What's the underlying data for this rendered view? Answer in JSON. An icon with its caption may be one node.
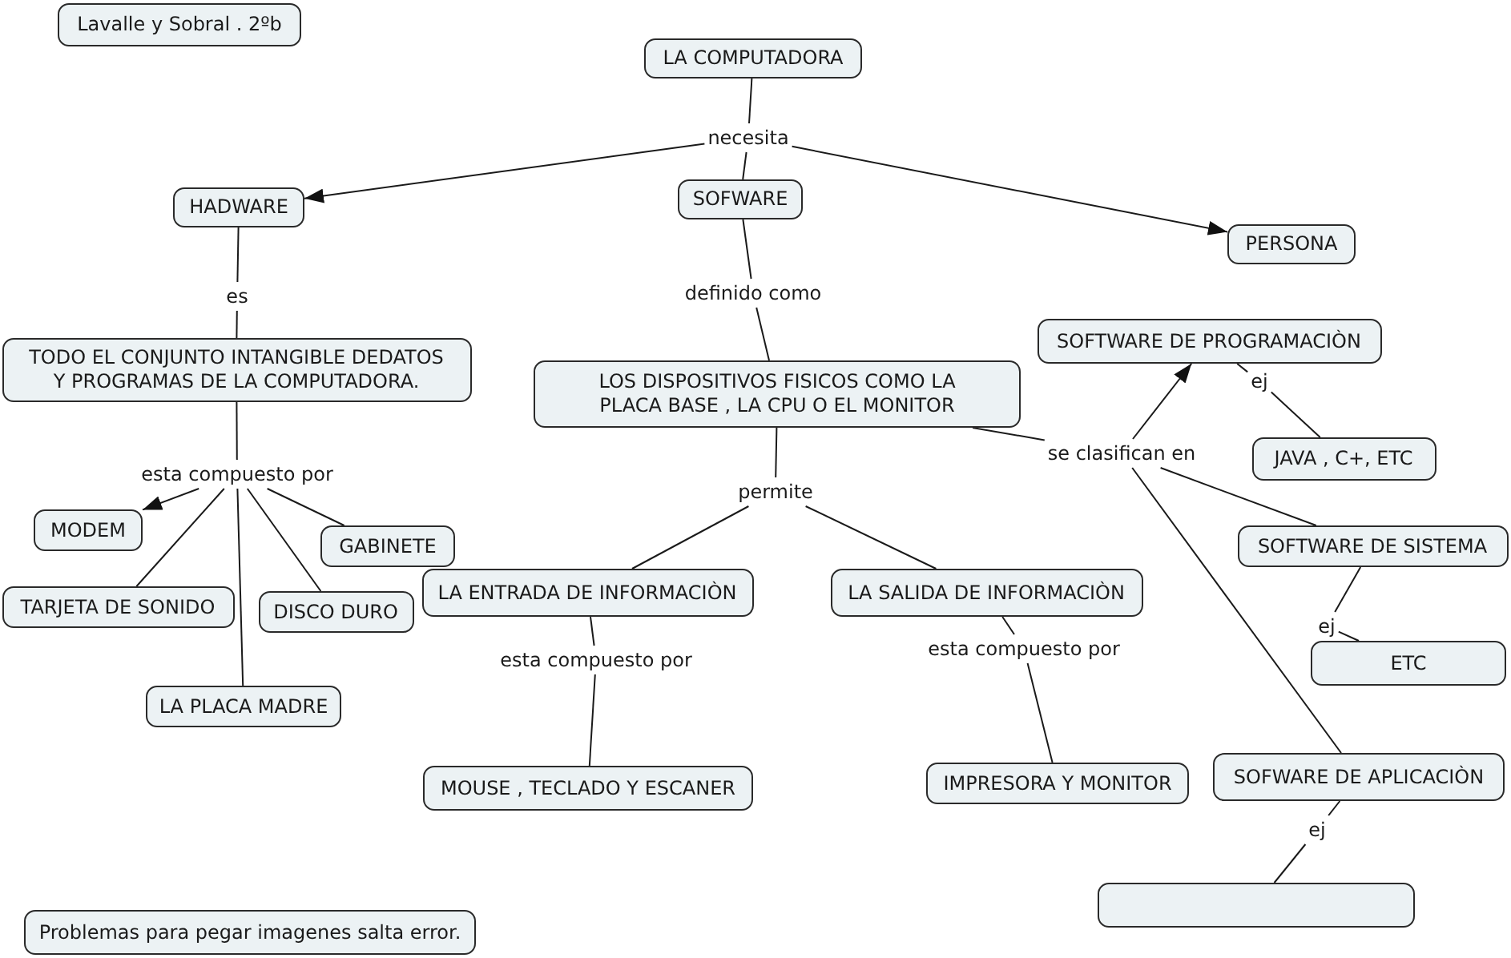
{
  "diagram": {
    "nodes": [
      {
        "text": [
          "Lavalle y Sobral . 2ºb"
        ]
      },
      {
        "text": [
          "LA COMPUTADORA"
        ]
      },
      {
        "text": [
          "necesita"
        ]
      },
      {
        "text": [
          "HADWARE"
        ]
      },
      {
        "text": [
          "SOFWARE"
        ]
      },
      {
        "text": [
          "PERSONA"
        ]
      },
      {
        "text": [
          "es"
        ]
      },
      {
        "text": [
          "definido como"
        ]
      },
      {
        "text": [
          "TODO EL CONJUNTO INTANGIBLE DEDATOS Y PROGRAMAS DE LA COMPUTADORA."
        ]
      },
      {
        "text": [
          "LOS DISPOSITIVOS FISICOS COMO LA PLACA BASE , LA CPU O EL MONITOR"
        ]
      },
      {
        "text": [
          "SOFTWARE DE PROGRAMACIÒN"
        ]
      },
      {
        "text": [
          "ej"
        ]
      },
      {
        "text": [
          "JAVA , C+, ETC"
        ]
      },
      {
        "text": [
          "se clasifican en"
        ]
      },
      {
        "text": [
          "esta compuesto por"
        ]
      },
      {
        "text": [
          "MODEM"
        ]
      },
      {
        "text": [
          "permite"
        ]
      },
      {
        "text": [
          "GABINETE"
        ]
      },
      {
        "text": [
          "SOFTWARE DE SISTEMA"
        ]
      },
      {
        "text": [
          "LA ENTRADA DE INFORMACIÒN"
        ]
      },
      {
        "text": [
          "LA SALIDA DE INFORMACIÒN"
        ]
      },
      {
        "text": [
          "TARJETA DE SONIDO"
        ]
      },
      {
        "text": [
          "DISCO DURO"
        ]
      },
      {
        "text": [
          "ej"
        ]
      },
      {
        "text": [
          "ETC"
        ]
      },
      {
        "text": [
          "esta compuesto por"
        ]
      },
      {
        "text": [
          "esta compuesto por"
        ]
      },
      {
        "text": [
          "LA PLACA MADRE"
        ]
      },
      {
        "text": [
          "MOUSE , TECLADO Y ESCANER"
        ]
      },
      {
        "text": [
          "IMPRESORA Y MONITOR"
        ]
      },
      {
        "text": [
          "SOFWARE DE APLICACIÒN"
        ]
      },
      {
        "text": [
          "ej"
        ]
      },
      {
        "text": [],
        "shape": "box"
      },
      {
        "text": [
          "Problemas para pegar imagenes salta error."
        ]
      }
    ],
    "edges": [
      {
        "from": 1,
        "to": 2,
        "arrow": "none"
      },
      {
        "from": 2,
        "to": 3,
        "arrow": "to"
      },
      {
        "from": 2,
        "to": 4,
        "arrow": "none"
      },
      {
        "from": 2,
        "to": 5,
        "arrow": "to"
      },
      {
        "from": 3,
        "to": 6,
        "arrow": "none"
      },
      {
        "from": 6,
        "to": 8,
        "arrow": "none"
      },
      {
        "from": 4,
        "to": 7,
        "arrow": "none"
      },
      {
        "from": 7,
        "to": 9,
        "arrow": "none"
      },
      {
        "from": 8,
        "to": 14,
        "arrow": "none"
      },
      {
        "from": 14,
        "to": 15,
        "arrow": "to"
      },
      {
        "from": 14,
        "to": 21,
        "arrow": "none"
      },
      {
        "from": 14,
        "to": 27,
        "arrow": "none"
      },
      {
        "from": 14,
        "to": 22,
        "arrow": "none"
      },
      {
        "from": 14,
        "to": 17,
        "arrow": "none"
      },
      {
        "from": 9,
        "to": 16,
        "arrow": "none"
      },
      {
        "from": 16,
        "to": 19,
        "arrow": "none"
      },
      {
        "from": 16,
        "to": 20,
        "arrow": "none"
      },
      {
        "from": 9,
        "to": 13,
        "arrow": "none"
      },
      {
        "from": 13,
        "to": 10,
        "arrow": "to"
      },
      {
        "from": 13,
        "to": 18,
        "arrow": "none"
      },
      {
        "from": 13,
        "to": 30,
        "arrow": "none"
      },
      {
        "from": 10,
        "to": 11,
        "arrow": "none"
      },
      {
        "from": 11,
        "to": 12,
        "arrow": "none"
      },
      {
        "from": 18,
        "to": 23,
        "arrow": "none"
      },
      {
        "from": 23,
        "to": 24,
        "arrow": "none"
      },
      {
        "from": 19,
        "to": 25,
        "arrow": "none"
      },
      {
        "from": 25,
        "to": 28,
        "arrow": "none"
      },
      {
        "from": 20,
        "to": 26,
        "arrow": "none"
      },
      {
        "from": 26,
        "to": 29,
        "arrow": "none"
      },
      {
        "from": 30,
        "to": 31,
        "arrow": "none"
      },
      {
        "from": 31,
        "to": 32,
        "arrow": "none"
      }
    ]
  }
}
